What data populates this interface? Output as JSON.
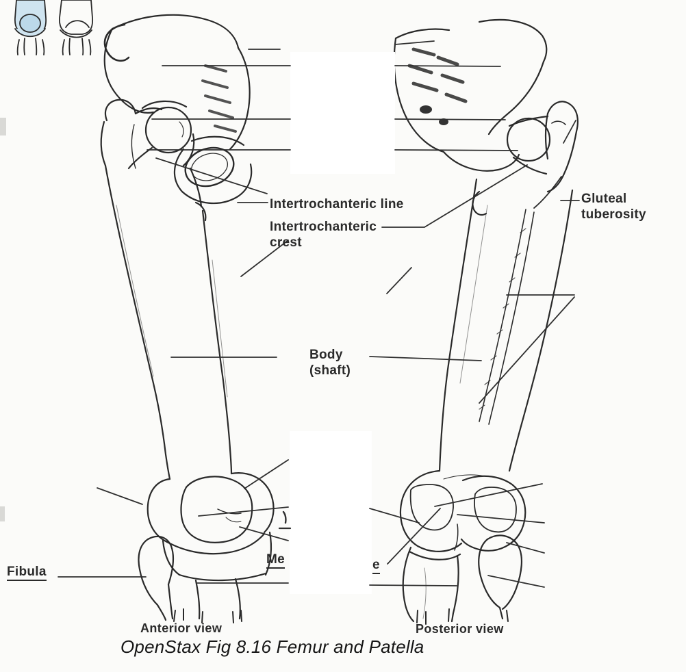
{
  "colors": {
    "ink": "#2a2a2a",
    "leader_line": "#2f2f2f",
    "patella_highlight": "#cfe4f0",
    "patella_highlight_dark": "#bcd9ea",
    "background": "#fbfbf9",
    "label_cover": "#ffffff"
  },
  "captions": {
    "anterior_view": "Anterior view",
    "posterior_view": "Posterior view",
    "figure_caption": "OpenStax Fig 8.16 Femur and Patella"
  },
  "labels": {
    "intertrochanteric_line": "Intertrochanteric line",
    "intertrochanteric_crest": {
      "line1": "Intertrochanteric",
      "line2": "crest"
    },
    "body": {
      "line1": "Body",
      "line2": "(shaft)"
    },
    "gluteal_tuberosity": {
      "line1": "Gluteal",
      "line2": "tuberosity"
    },
    "fibula": "Fibula",
    "partial_label_fragments": {
      "left": "Me",
      "right": "e"
    }
  }
}
